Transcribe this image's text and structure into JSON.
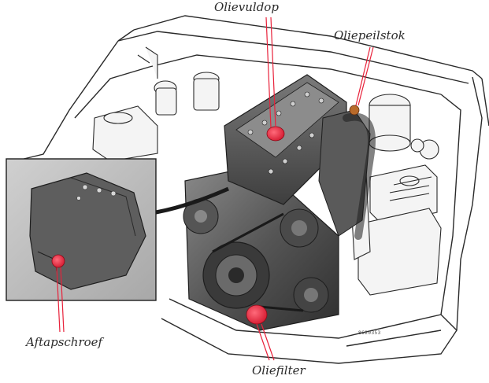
{
  "labels": {
    "oil_filler_cap": "Olievuldop",
    "dipstick": "Oliepeilstok",
    "drain_plug": "Aftapschroef",
    "oil_filter": "Oliefilter"
  },
  "figure_code": "8620353",
  "colors": {
    "highlight": "#e8213a",
    "line": "#2a2a2a",
    "inset_bg": "#bdbdbd",
    "engine_dark": "#3c3c3c",
    "engine_mid": "#6e6e6e",
    "engine_light": "#9b9b9b"
  },
  "icons": [
    "engine-illustration",
    "drain-detail-inset"
  ]
}
